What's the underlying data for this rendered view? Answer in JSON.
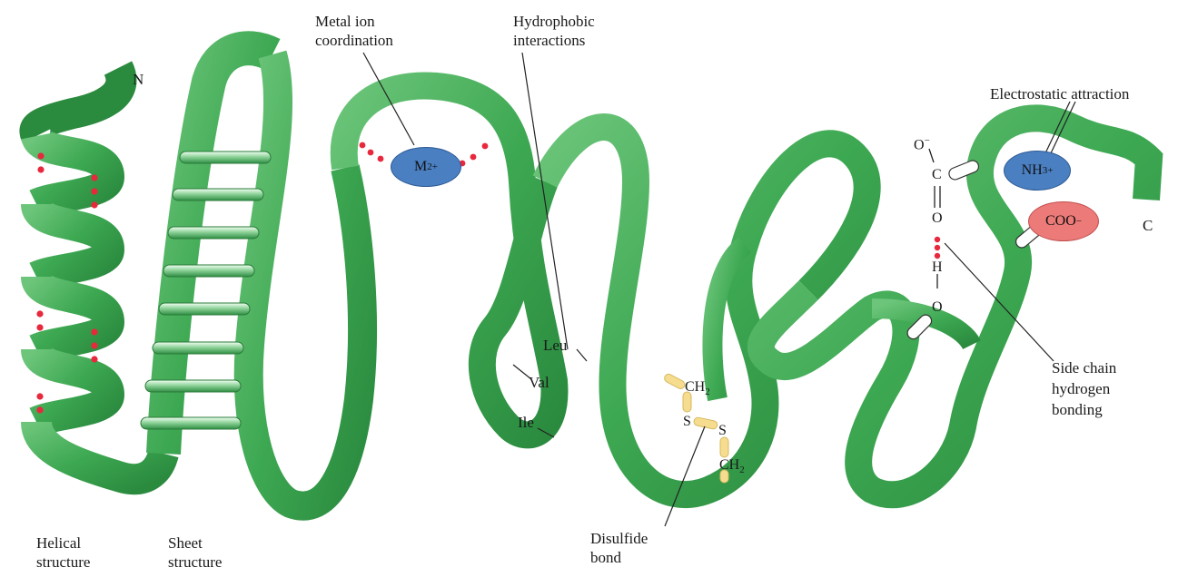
{
  "labels": {
    "n_terminus": "N",
    "c_terminus": "C",
    "helical_line1": "Helical",
    "helical_line2": "structure",
    "sheet_line1": "Sheet",
    "sheet_line2": "structure",
    "metal_line1": "Metal ion",
    "metal_line2": "coordination",
    "hydrophobic_line1": "Hydrophobic",
    "hydrophobic_line2": "interactions",
    "electrostatic": "Electrostatic attraction",
    "disulfide_line1": "Disulfide",
    "disulfide_line2": "bond",
    "sidechain_line1": "Side chain",
    "sidechain_line2": "hydrogen",
    "sidechain_line3": "bonding",
    "leu": "Leu",
    "val": "Val",
    "ile": "Ile"
  },
  "chemistry": {
    "metal_base": "M",
    "metal_charge": "2+",
    "nh3_base": "NH",
    "nh3_sub": "3",
    "nh3_charge": "+",
    "coo": "COO",
    "coo_charge": "−",
    "o_minus_base": "O",
    "o_minus_charge": "−",
    "c_atom": "C",
    "o_atom_upper": "O",
    "h_atom": "H",
    "o_atom_lower": "O",
    "s_atom_left": "S",
    "s_atom_right": "S",
    "ch2_top_base": "CH",
    "ch2_top_sub": "2",
    "ch2_bottom_base": "CH",
    "ch2_bottom_sub": "2"
  },
  "colors": {
    "ribbon": "#3da852",
    "ribbon_dark": "#237a35",
    "ribbon_light": "#7ccf86",
    "hbond_dots": "#e8283c",
    "metal_ion": "#4a7fc1",
    "ammonium": "#4a7fc1",
    "carboxylate": "#ec7a78",
    "disulfide": "#f6dc8e"
  }
}
